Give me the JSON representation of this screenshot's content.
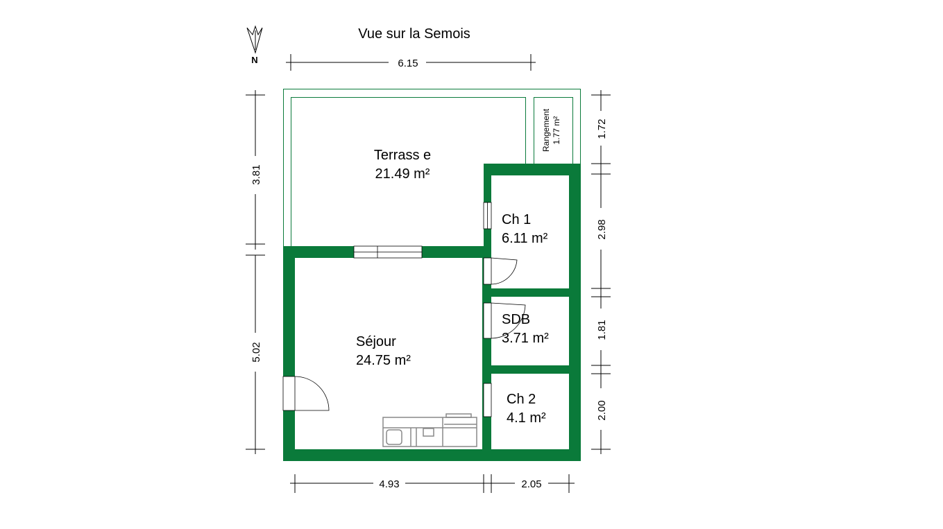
{
  "title": "Vue sur la Semois",
  "north_label": "N",
  "colors": {
    "wall": "#0a7a3a",
    "line": "#000000",
    "kitchen": "#888888"
  },
  "rooms": {
    "terrasse": {
      "name": "Terrass e",
      "area": "21.49 m²"
    },
    "rangement": {
      "name": "Rangement",
      "area": "1.77 m²"
    },
    "ch1": {
      "name": "Ch 1",
      "area": "6.11 m²"
    },
    "sdb": {
      "name": "SDB",
      "area": "3.71 m²"
    },
    "sejour": {
      "name": "Séjour",
      "area": "24.75 m²"
    },
    "ch2": {
      "name": "Ch 2",
      "area": "4.1 m²"
    }
  },
  "dimensions": {
    "top": "6.15",
    "left_upper": "3.81",
    "left_lower": "5.02",
    "right_1": "1.72",
    "right_2": "2.98",
    "right_3": "1.81",
    "right_4": "2.00",
    "bottom_left": "4.93",
    "bottom_right": "2.05"
  }
}
